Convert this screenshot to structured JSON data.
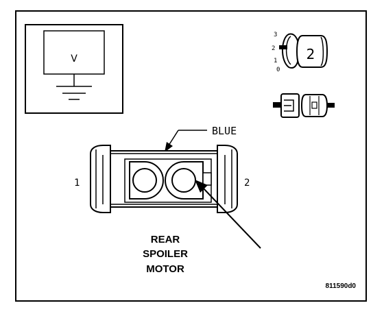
{
  "meter": {
    "symbol": "V"
  },
  "switch": {
    "positions": [
      "3",
      "2",
      "1",
      "0"
    ],
    "selected": "2"
  },
  "connector": {
    "wire_color": "BLUE",
    "pin_left": "1",
    "pin_right": "2"
  },
  "component": {
    "lines": [
      "REAR",
      "SPOILER",
      "MOTOR"
    ]
  },
  "figure_id": "811590d0",
  "colors": {
    "ink": "#000000",
    "paper": "#ffffff"
  }
}
